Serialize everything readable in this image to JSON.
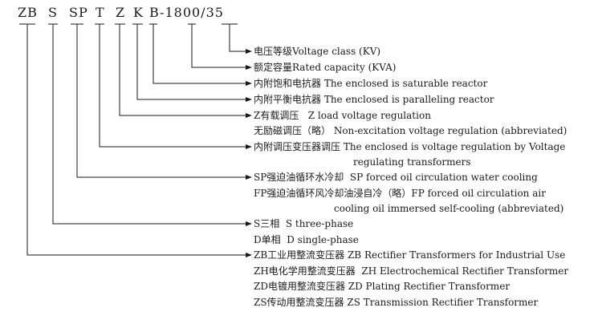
{
  "code": {
    "zb": "ZB",
    "s": "S",
    "sp": "SP",
    "t": "T",
    "z": "Z",
    "k": "K",
    "rest": "B-1800/35"
  },
  "rows": {
    "voltage_class": "电压等级Voltage class (KV)",
    "rated_capacity": "额定容量Rated capacity (KVA)",
    "saturable_reactor": "内附饱和电抗器 The enclosed is saturable reactor",
    "paralleling_reactor": "内附平衡电抗器 The enclosed is paralleling reactor",
    "z_load": "Z有载调压   Z load voltage regulation",
    "non_excitation": "无励磁调压（略） Non-excitation voltage regulation (abbreviated)",
    "t_regulation_1": "内附调压变压器调压 The enclosed is voltage regulation by Voltage",
    "t_regulation_2": "regulating transformers",
    "sp_water": "SP强迫油循环水冷却  SP forced oil circulation water cooling",
    "fp_air_1": "FP强迫油循环风冷却油浸自冷（略）FP forced oil circulation air",
    "fp_air_2": "cooling oil immersed self-cooling (abbreviated)",
    "s_three": "S三相  S three-phase",
    "d_single": "D单相  D single-phase",
    "zb_industrial": "ZB工业用整流变压器 ZB Rectifier Transformers for Industrial Use",
    "zh_electro": "ZH电化学用整流变压器  ZH Electrochemical Rectifier Transformer",
    "zd_plating": "ZD电镀用整流变压器 ZD Plating Rectifier Transformer",
    "zs_transmission": "ZS传动用整流变压器 ZS Transmission Rectifier Transformer"
  }
}
